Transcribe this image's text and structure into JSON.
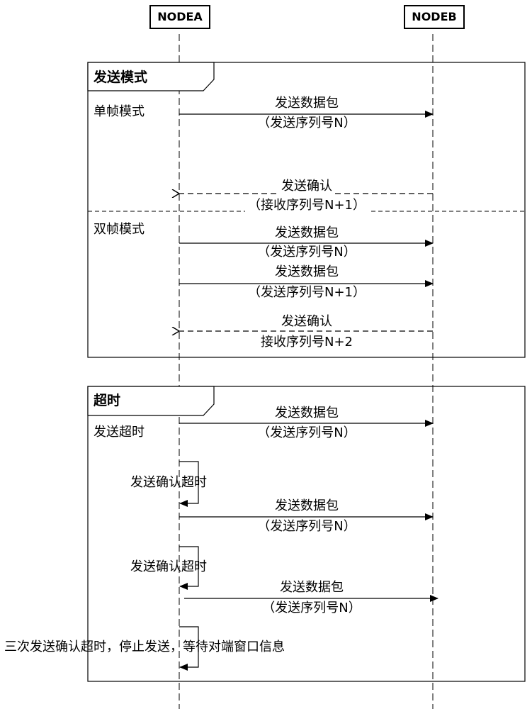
{
  "nodes": {
    "a": "NODEA",
    "b": "NODEB"
  },
  "send_mode": {
    "title": "发送模式",
    "single": {
      "label": "单帧模式",
      "packet": [
        "发送数据包",
        "（发送序列号N）"
      ],
      "ack": [
        "发送确认",
        "（接收序列号N+1）"
      ]
    },
    "double": {
      "label": "双帧模式",
      "packet1": [
        "发送数据包",
        "（发送序列号N）"
      ],
      "packet2": [
        "发送数据包",
        "（发送序列号N+1）"
      ],
      "ack": [
        "发送确认",
        "接收序列号N+2"
      ]
    }
  },
  "timeout": {
    "title": "超时",
    "label": "发送超时",
    "packet1": [
      "发送数据包",
      "（发送序列号N）"
    ],
    "ack_timeout_1": "发送确认超时",
    "packet2": [
      "发送数据包",
      "（发送序列号N）"
    ],
    "ack_timeout_2": "发送确认超时",
    "packet3": [
      "发送数据包",
      "（发送序列号N）"
    ],
    "final_note": "三次发送确认超时，停止发送，等待对端窗口信息"
  }
}
